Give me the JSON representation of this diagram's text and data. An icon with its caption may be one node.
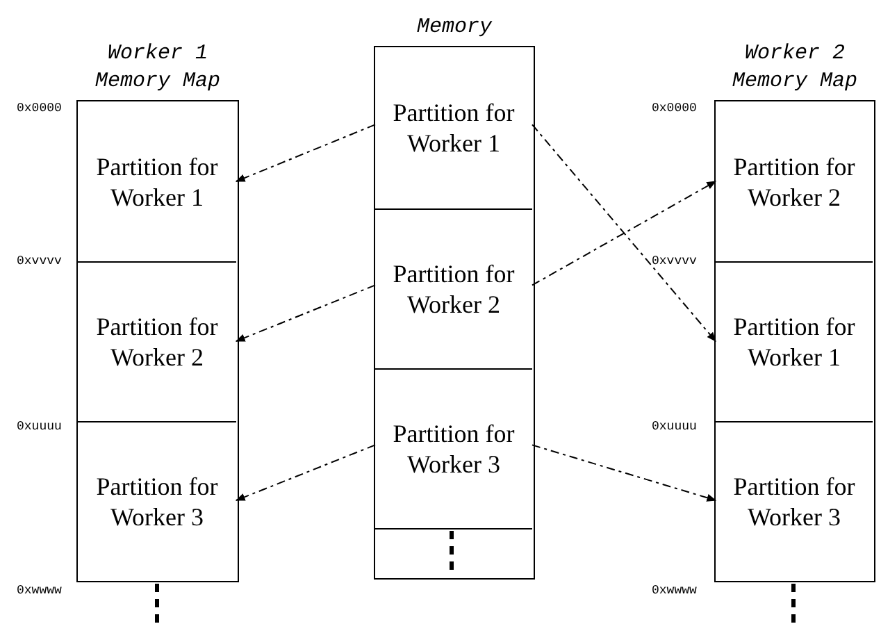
{
  "diagram": {
    "nodes": [
      {
        "text": [
          "Worker 1 Memory Map"
        ]
      },
      {
        "text": [
          "Partition for Worker 1"
        ],
        "in": 0
      },
      {
        "text": [
          "Partition for Worker 2"
        ],
        "in": 0
      },
      {
        "text": [
          "Partition for Worker 3"
        ],
        "in": 0
      },
      {
        "text": [
          "Memory"
        ]
      },
      {
        "text": [
          "Partition for Worker 1"
        ],
        "in": 4
      },
      {
        "text": [
          "Partition for Worker 2"
        ],
        "in": 4
      },
      {
        "text": [
          "Partition for Worker 3"
        ],
        "in": 4
      },
      {
        "text": [],
        "shape": "box",
        "in": 4
      },
      {
        "text": [
          "Worker 2 Memory Map"
        ]
      },
      {
        "text": [
          "Partition for Worker 2"
        ],
        "in": 9
      },
      {
        "text": [
          "Partition for Worker 1"
        ],
        "in": 9
      },
      {
        "text": [
          "Partition for Worker 3"
        ],
        "in": 9
      }
    ],
    "edges": [
      {
        "from": 5,
        "to": 1,
        "arrow": "to",
        "style": "dashed"
      },
      {
        "from": 6,
        "to": 2,
        "arrow": "to",
        "style": "dashed"
      },
      {
        "from": 7,
        "to": 3,
        "arrow": "to",
        "style": "dashed"
      },
      {
        "from": 5,
        "to": 11,
        "arrow": "to",
        "style": "dashed"
      },
      {
        "from": 6,
        "to": 10,
        "arrow": "to",
        "style": "dashed"
      },
      {
        "from": 7,
        "to": 12,
        "arrow": "to",
        "style": "dashed"
      }
    ],
    "labels": [
      "0x0000",
      "0xvvvv",
      "0xuuuu",
      "0xwwww",
      "0x0000",
      "0xvvvv",
      "0xuuuu",
      "0xwwww"
    ]
  }
}
